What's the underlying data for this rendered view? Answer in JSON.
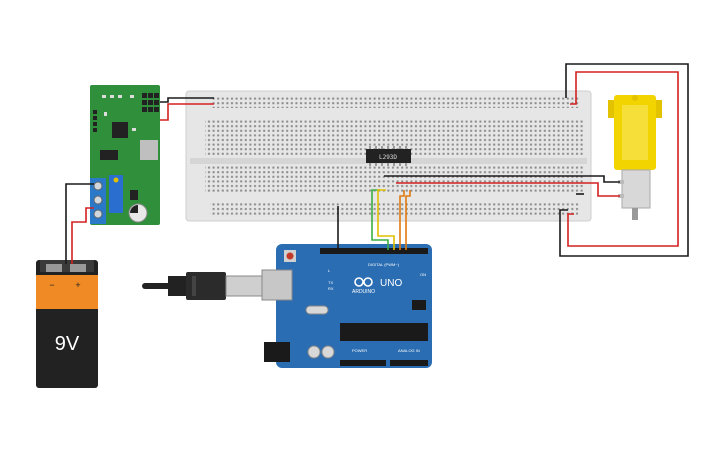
{
  "components": {
    "battery": {
      "label": "9V",
      "minus": "−",
      "plus": "+"
    },
    "ic_chip": {
      "label": "L293D"
    },
    "arduino": {
      "brand": "ARDUINO",
      "model": "UNO",
      "digital_label": "DIGITAL (PWM~)",
      "power_label": "POWER",
      "analog_label": "ANALOG IN",
      "tx": "TX",
      "rx": "RX",
      "l_led": "L",
      "on_led": "ON"
    }
  },
  "colors": {
    "wire_black": "#1a1a1a",
    "wire_red": "#d42020",
    "wire_green": "#3cb043",
    "wire_yellow": "#e0c000",
    "wire_orange": "#e07a10",
    "arduino_blue": "#2a6db2",
    "pcb_green": "#2f8f3a",
    "motor_yellow": "#f2d400",
    "battery_orange": "#f08a24"
  }
}
